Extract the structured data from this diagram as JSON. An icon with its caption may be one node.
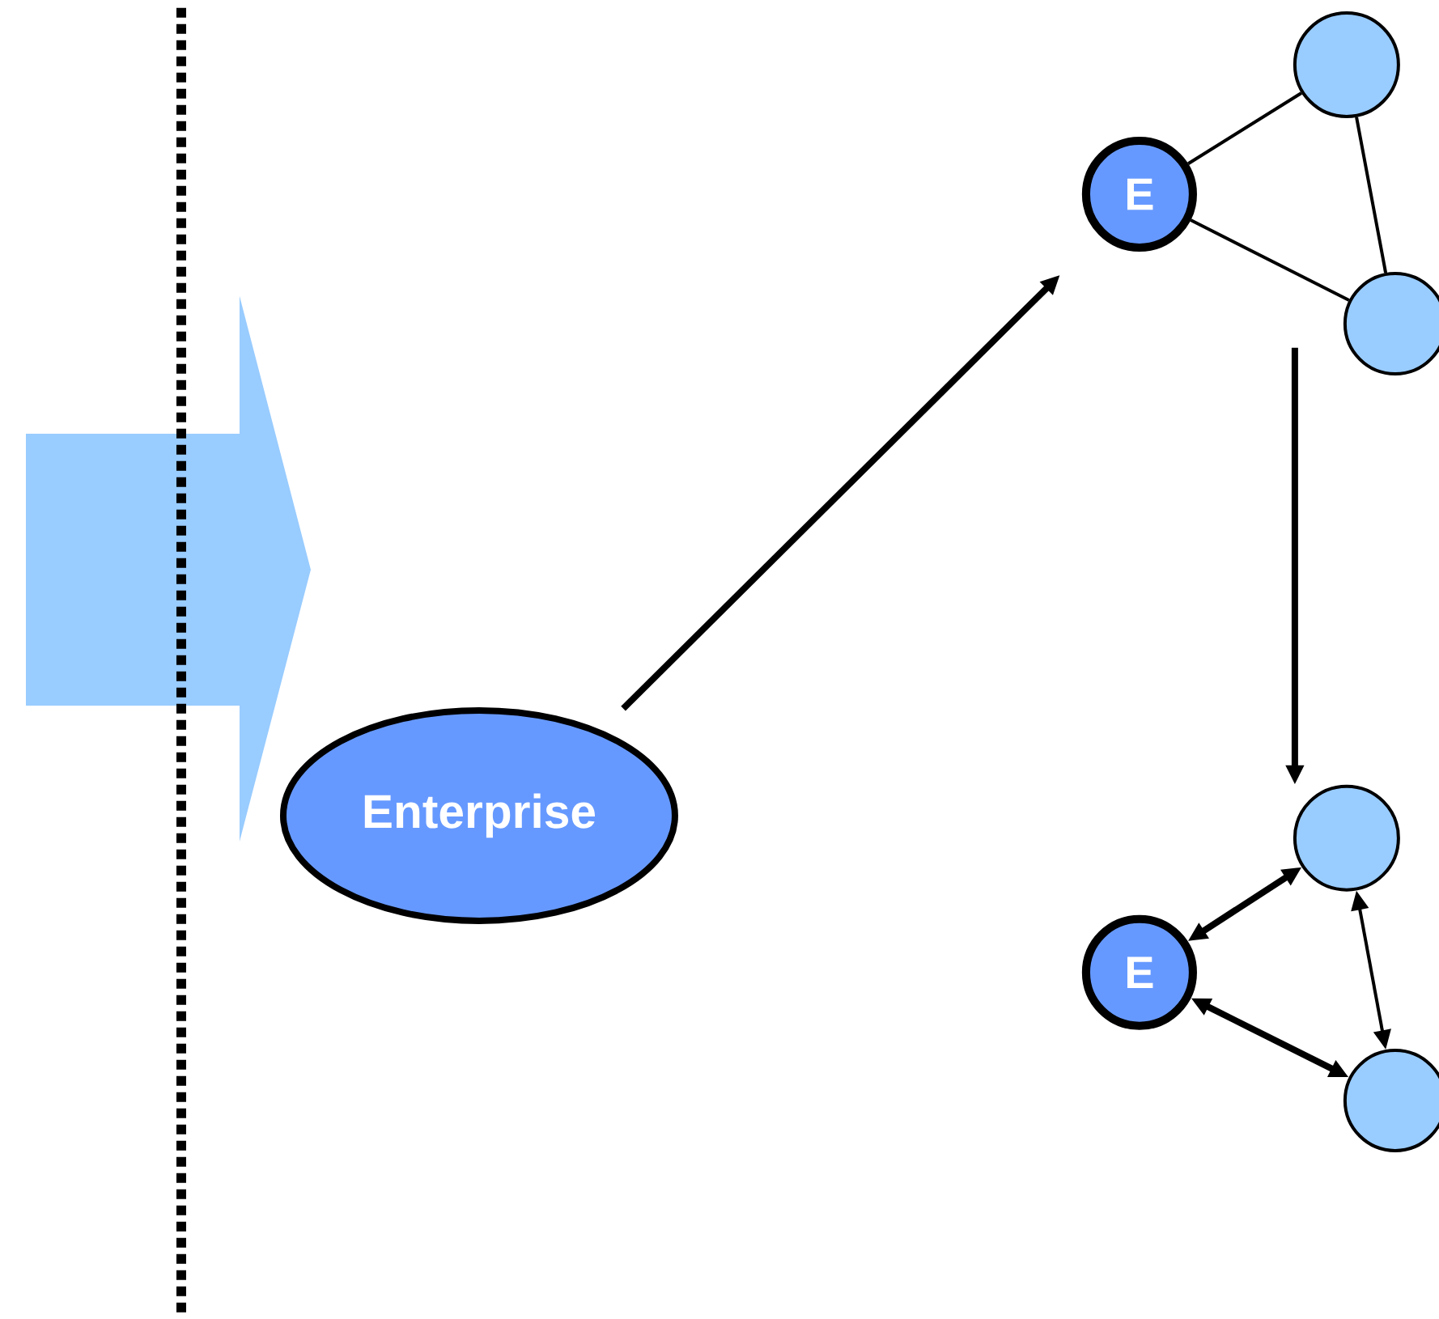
{
  "diagram": {
    "nodes": [
      {
        "text": [
          "Enterprise"
        ]
      },
      {
        "text": [
          "E"
        ]
      },
      {
        "text": [],
        "shape": "circle"
      },
      {
        "text": [],
        "shape": "circle"
      },
      {
        "text": [
          "E"
        ]
      },
      {
        "text": [],
        "shape": "circle"
      },
      {
        "text": [],
        "shape": "circle"
      }
    ],
    "edges": [
      {
        "from": 0,
        "to": null,
        "arrow": "to",
        "style": "thick"
      },
      {
        "from": 1,
        "to": 2,
        "arrow": "none"
      },
      {
        "from": 2,
        "to": 3,
        "arrow": "none"
      },
      {
        "from": 1,
        "to": 3,
        "arrow": "none"
      },
      {
        "from": 4,
        "to": 5,
        "arrow": "both",
        "style": "thick"
      },
      {
        "from": 5,
        "to": 6,
        "arrow": "both"
      },
      {
        "from": 4,
        "to": 6,
        "arrow": "both",
        "style": "thick"
      }
    ]
  }
}
